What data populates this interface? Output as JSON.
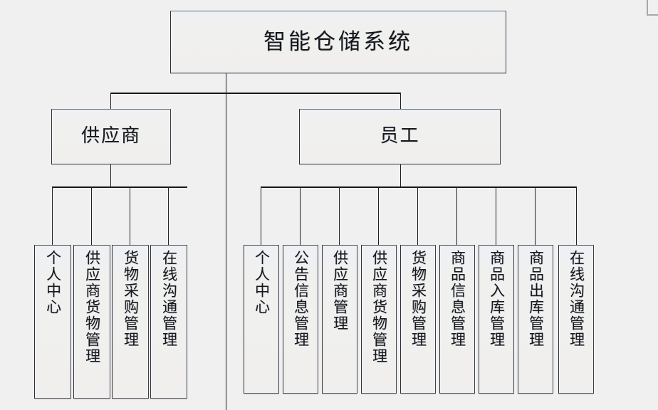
{
  "diagram": {
    "title": "智能仓储系统",
    "type": "organization-hierarchy",
    "root": {
      "label": "智能仓储系统"
    },
    "branches": [
      {
        "id": "supplier",
        "label": "供应商",
        "children": [
          {
            "label": "个人中心"
          },
          {
            "label": "供应商货物管理"
          },
          {
            "label": "货物采购管理"
          },
          {
            "label": "在线沟通管理"
          }
        ]
      },
      {
        "id": "employee",
        "label": "员工",
        "children": [
          {
            "label": "个人中心"
          },
          {
            "label": "公告信息管理"
          },
          {
            "label": "供应商管理"
          },
          {
            "label": "供应商货物管理"
          },
          {
            "label": "货物采购管理"
          },
          {
            "label": "商品信息管理"
          },
          {
            "label": "商品入库管理"
          },
          {
            "label": "商品出库管理"
          },
          {
            "label": "在线沟通管理"
          }
        ]
      }
    ]
  },
  "colors": {
    "background": "#f0f0f0",
    "box_fill": "#f0efee",
    "box_fill_top": "#eef1f5",
    "border": "#2b2f36",
    "line": "#1d2025",
    "text": "#16181c",
    "artifact_border": "#a8a8a8"
  }
}
